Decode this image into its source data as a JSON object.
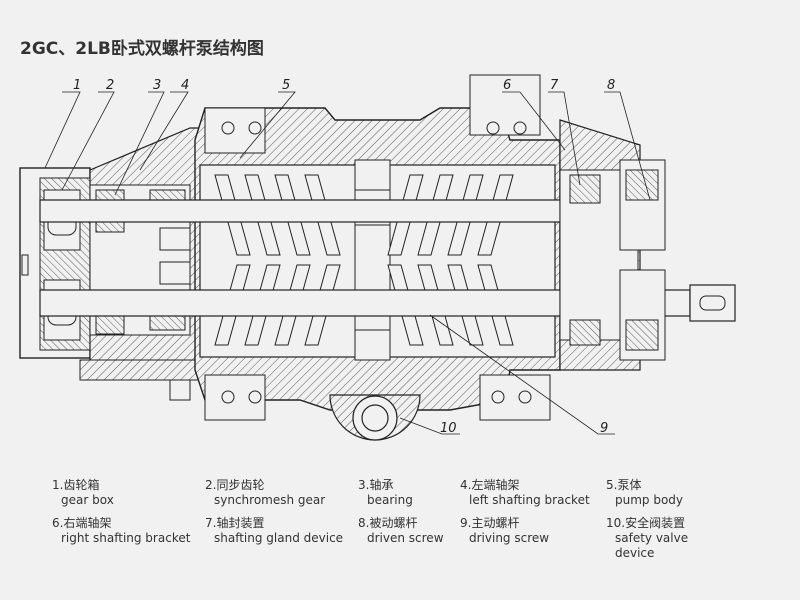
{
  "title": "2GC、2LB卧式双螺杆泵结构图",
  "callouts": [
    "1",
    "2",
    "3",
    "4",
    "5",
    "6",
    "7",
    "8",
    "9",
    "10"
  ],
  "legend": [
    {
      "zh": "1.齿轮箱",
      "en": "gear box"
    },
    {
      "zh": "2.同步齿轮",
      "en": "synchromesh gear"
    },
    {
      "zh": "3.轴承",
      "en": "bearing"
    },
    {
      "zh": "4.左端轴架",
      "en": "left shafting bracket"
    },
    {
      "zh": "5.泵体",
      "en": "pump body"
    },
    {
      "zh": "6.右端轴架",
      "en": "right shafting bracket"
    },
    {
      "zh": "7.轴封装置",
      "en": "shafting gland device"
    },
    {
      "zh": "8.被动螺杆",
      "en": "driven screw"
    },
    {
      "zh": "9.主动螺杆",
      "en": "driving screw"
    },
    {
      "zh": "10.安全阀装置",
      "en": "safety valve device"
    }
  ]
}
